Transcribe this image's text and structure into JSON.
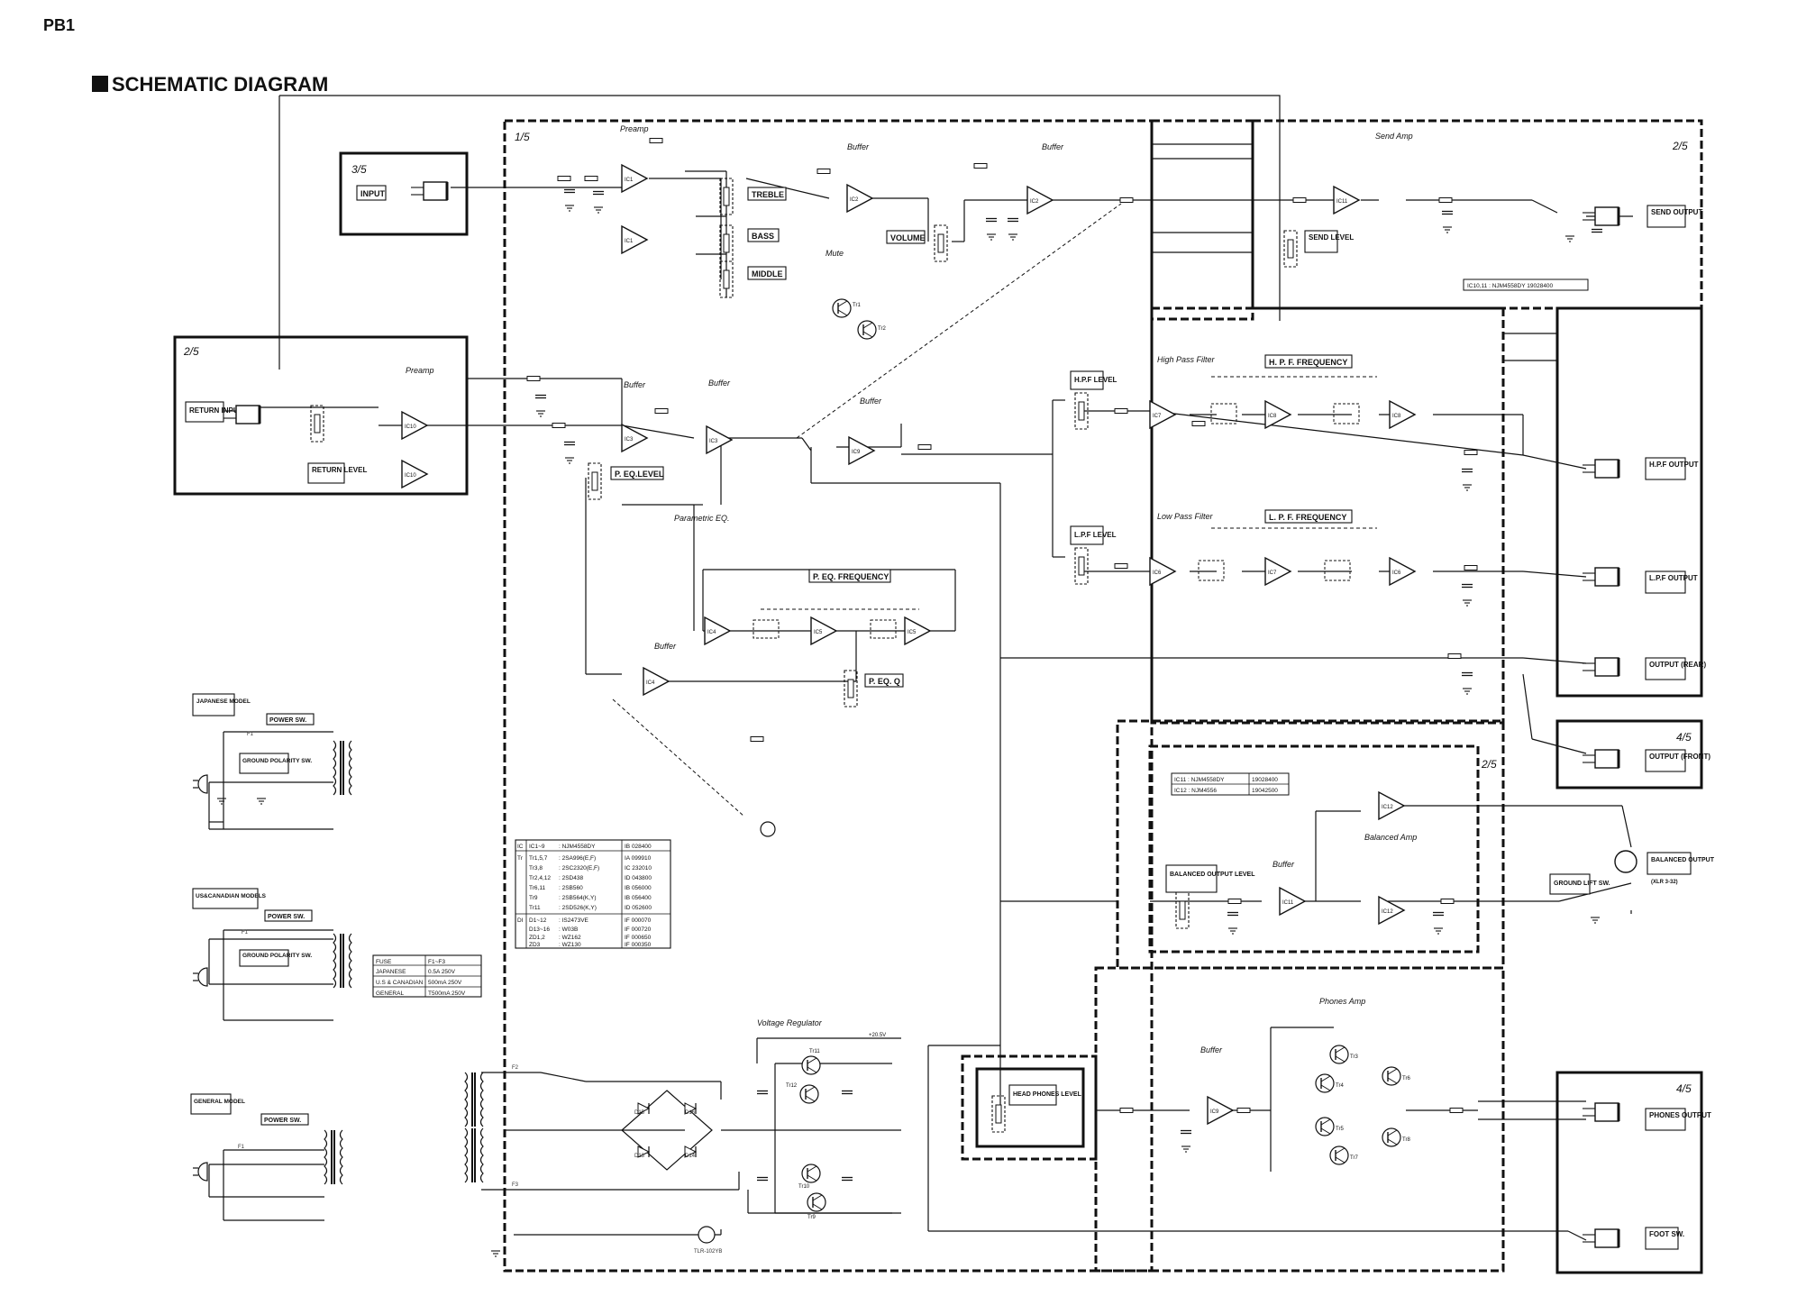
{
  "page_code": "PB1",
  "title": "SCHEMATIC DIAGRAM",
  "board_fractions": {
    "main": "1/5",
    "input": "3/5",
    "return": "2/5",
    "send": "2/5",
    "output_front": "4/5",
    "balanced": "2/5",
    "phones": "4/5"
  },
  "jacks": {
    "input": "INPUT",
    "return_input": "RETURN INPUT",
    "send_output": "SEND OUTPUT",
    "hpf_output": "H.P.F OUTPUT",
    "lpf_output": "L.P.F OUTPUT",
    "output_rear": "OUTPUT (REAR)",
    "output_front": "OUTPUT (FRONT)",
    "balanced_output": "BALANCED OUTPUT",
    "balanced_output_note": "(XLR 3-32)",
    "phones_output": "PHONES OUTPUT",
    "foot_sw": "FOOT SW."
  },
  "controls": {
    "treble": "TREBLE",
    "bass": "BASS",
    "middle": "MIDDLE",
    "volume": "VOLUME",
    "send_level": "SEND LEVEL",
    "return_level": "RETURN LEVEL",
    "p_eq_level": "P. EQ.LEVEL",
    "p_eq_frequency": "P. EQ. FREQUENCY",
    "p_eq_q": "P. EQ. Q",
    "hpf_level": "H.P.F LEVEL",
    "hpf_frequency": "H. P. F. FREQUENCY",
    "lpf_level": "L.P.F LEVEL",
    "lpf_frequency": "L. P. F. FREQUENCY",
    "balanced_output_level": "BALANCED OUTPUT LEVEL",
    "ground_lift_sw": "GROUND LIFT SW.",
    "head_phones_level": "HEAD PHONES LEVEL"
  },
  "blocks": {
    "preamp_main": "Preamp",
    "preamp_return": "Preamp",
    "buffer_1": "Buffer",
    "buffer_2": "Buffer",
    "buffer_3": "Buffer",
    "buffer_4": "Buffer",
    "buffer_5": "Buffer",
    "buffer_6": "Buffer",
    "buffer_7": "Buffer",
    "send_amp": "Send Amp",
    "mute": "Mute",
    "parametric_eq": "Parametric EQ.",
    "high_pass_filter": "High Pass Filter",
    "low_pass_filter": "Low Pass Filter",
    "balanced_amp": "Balanced Amp",
    "phones_amp": "Phones Amp",
    "voltage_regulator": "Voltage Regulator"
  },
  "ic_labels": [
    "IC1",
    "IC1",
    "IC2",
    "IC2",
    "IC10",
    "IC10",
    "IC3",
    "IC3",
    "IC9",
    "IC4",
    "IC5",
    "IC5",
    "IC4",
    "IC7",
    "IC8",
    "IC8",
    "IC6",
    "IC7",
    "IC6",
    "IC11",
    "IC12",
    "IC11",
    "IC12",
    "IC9"
  ],
  "send_ic_note": "IC10,11 : NJM4558DY 19028400",
  "balanced_ic_table": [
    [
      "IC11 : NJM4558DY",
      "19028400"
    ],
    [
      "IC12 : NJM4556",
      "19042500"
    ]
  ],
  "parts_table": {
    "ic_rows": [
      [
        "IC",
        "IC1~9",
        ": NJM4558DY",
        "IB 028400"
      ]
    ],
    "tr_rows": [
      [
        "Tr",
        "Tr1,5,7",
        ": 2SA996(E,F)",
        "IA 099910"
      ],
      [
        "",
        "Tr3,8",
        ": 2SC2320(E,F)",
        "IC 232010"
      ],
      [
        "",
        "Tr2,4,12",
        ": 2SD438",
        "ID 043800"
      ],
      [
        "",
        "Tr6,11",
        ": 2SB560",
        "IB 056000"
      ],
      [
        "",
        "Tr9",
        ": 2SB564(K,Y)",
        "IB 056400"
      ],
      [
        "",
        "Tr11",
        ": 2SD526(K,Y)",
        "ID 052600"
      ]
    ],
    "di_rows": [
      [
        "DI",
        "D1~12",
        ": IS2473VE",
        "IF 000070"
      ],
      [
        "",
        "D13~16",
        ": W03B",
        "IF 000720"
      ],
      [
        "",
        "ZD1,2",
        ": WZ162",
        "IF 000650"
      ],
      [
        "",
        "ZD3",
        ": WZ130",
        "IF 000350"
      ]
    ]
  },
  "fuse_table": [
    [
      "FUSE",
      "F1~F3"
    ],
    [
      "JAPANESE",
      "0.5A 250V"
    ],
    [
      "U.S & CANADIAN",
      "500mA 250V"
    ],
    [
      "GENERAL",
      "T500mA 250V"
    ]
  ],
  "power_models": [
    {
      "model": "JAPANESE MODEL",
      "switch": "POWER SW.",
      "ground": "GROUND POLARITY SW."
    },
    {
      "model": "US&CANADIAN MODELS",
      "switch": "POWER SW.",
      "ground": "GROUND POLARITY SW."
    },
    {
      "model": "GENERAL MODEL",
      "switch": "POWER SW.",
      "ground": ""
    }
  ],
  "misc": {
    "led": "TLR-102YB",
    "rail_pos": "+20.5V",
    "mute_tr": [
      "Tr1",
      "Tr2"
    ],
    "regulator_tr": [
      "Tr11",
      "Tr12",
      "Tr9",
      "Tr10"
    ],
    "regulator_diodes": [
      "D15",
      "D16",
      "D13",
      "D14"
    ],
    "phones_tr": [
      "Tr3",
      "Tr4",
      "Tr5",
      "Tr6",
      "Tr7",
      "Tr8"
    ],
    "fuses": [
      "F1",
      "F2",
      "F3"
    ]
  }
}
